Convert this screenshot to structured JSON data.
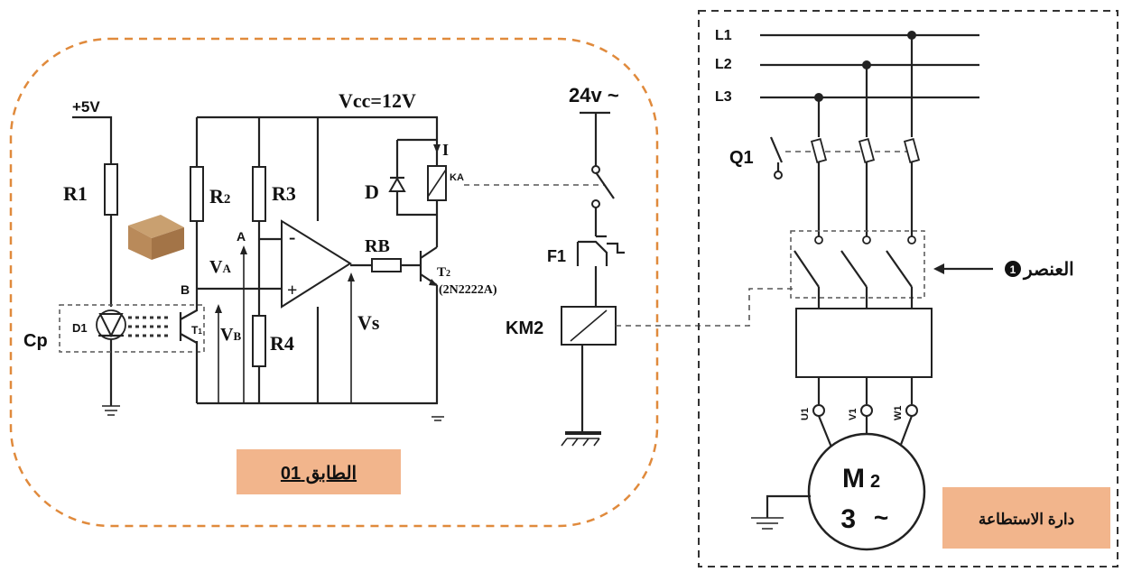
{
  "colors": {
    "stage_border": "#e08a3c",
    "label_box": "#f2b58c",
    "ink": "#111111",
    "box_brown": "#b98a5a"
  },
  "stage": {
    "title": "الطابق 01",
    "supply_5v": "+5V",
    "vcc": "Vcc=12V",
    "r1": "R1",
    "r2": "R",
    "r2_sub": "2",
    "r3": "R3",
    "r4": "R4",
    "rb": "RB",
    "d": "D",
    "i": "I",
    "ka": "KA",
    "a": "A",
    "b": "B",
    "va": "V",
    "va_sub": "A",
    "vb": "V",
    "vb_sub": "B",
    "vs": "Vs",
    "minus": "-",
    "plus": "+",
    "cp": "Cp",
    "d1": "D1",
    "t1": "T",
    "t1_sub": "1",
    "t2": "T",
    "t2_sub": "2",
    "t2_model": "(2N2222A)"
  },
  "control": {
    "supply": "24v ~",
    "f1": "F1",
    "km2": "KM2"
  },
  "power": {
    "l1": "L1",
    "l2": "L2",
    "l3": "L3",
    "q1": "Q1",
    "element_label": "العنصر",
    "element_number": "1",
    "u1": "U1",
    "v1": "V1",
    "w1": "W1",
    "motor_name": "M",
    "motor_sub": "2",
    "motor_phase": "3",
    "motor_ac": "~",
    "circuit_label": "دارة الاستطاعة"
  }
}
